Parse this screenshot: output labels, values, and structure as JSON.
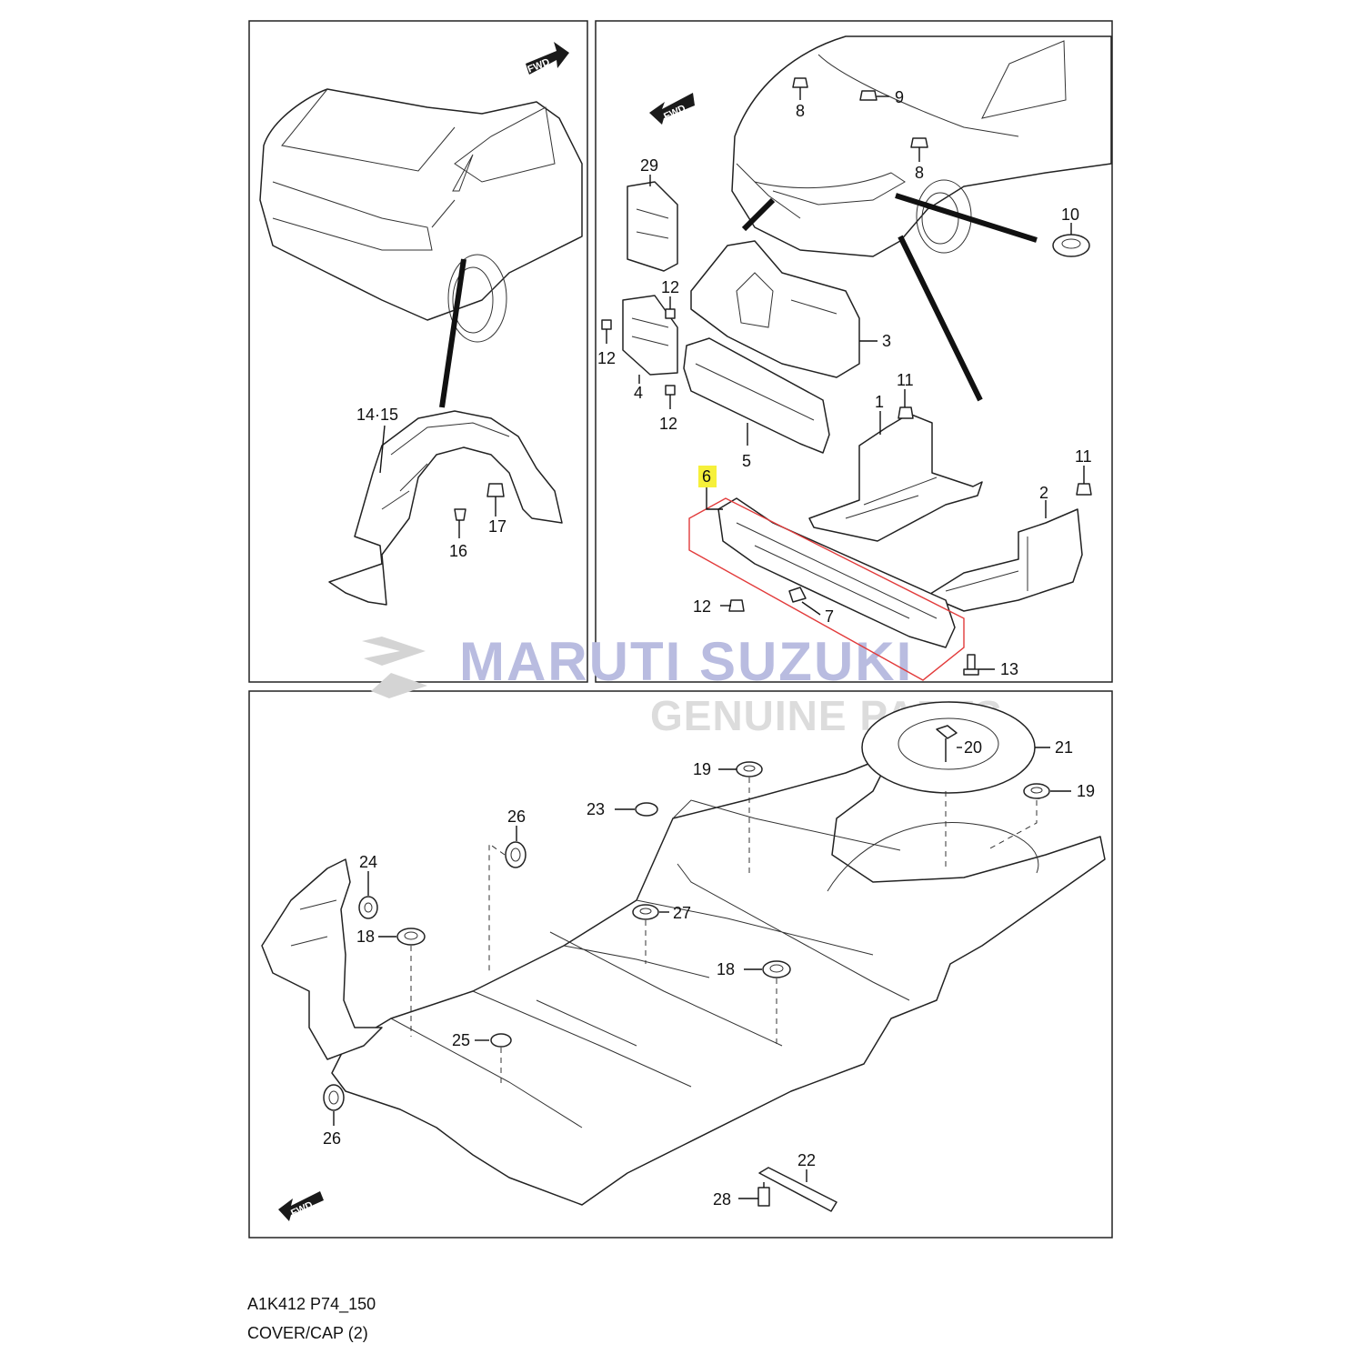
{
  "panels": {
    "left": {
      "fwd": "FWD",
      "labels": {
        "p14_15": "14·15",
        "p16": "16",
        "p17": "17"
      }
    },
    "right": {
      "fwd": "FWD",
      "labels": {
        "p8a": "8",
        "p9": "9",
        "p8b": "8",
        "p10": "10",
        "p29": "29",
        "p12a": "12",
        "p12b": "12",
        "p12c": "12",
        "p12d": "12",
        "p3": "3",
        "p4": "4",
        "p5": "5",
        "p11a": "11",
        "p1": "1",
        "p11b": "11",
        "p2": "2",
        "p6": "6",
        "p7": "7",
        "p13": "13"
      }
    },
    "bottom": {
      "fwd": "FWD",
      "labels": {
        "p19a": "19",
        "p21": "21",
        "p20": "20",
        "p19b": "19",
        "p23": "23",
        "p26a": "26",
        "p24": "24",
        "p18a": "18",
        "p27": "27",
        "p18b": "18",
        "p25": "25",
        "p26b": "26",
        "p22": "22",
        "p28": "28"
      }
    }
  },
  "watermark": {
    "brand": "MARUTI SUZUKI",
    "sub": "GENUINE PARTS"
  },
  "colors": {
    "highlight_box": "#e23b3b",
    "highlight_label_bg": "#f6f03a",
    "watermark_blue": "#b9bce0",
    "watermark_grey": "#d9d9d9"
  },
  "footer": {
    "code": "A1K412 P74_150",
    "title": "COVER/CAP (2)"
  }
}
